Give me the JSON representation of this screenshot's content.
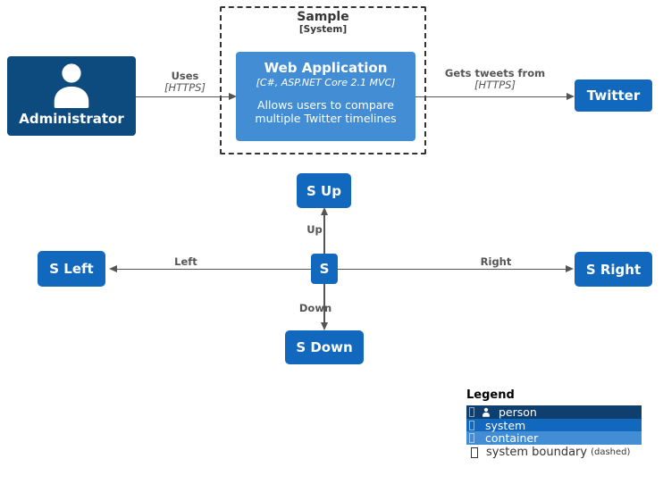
{
  "diagram": {
    "person": {
      "label": "Administrator"
    },
    "boundary": {
      "title": "Sample",
      "subtitle": "[System]"
    },
    "container": {
      "title": "Web Application",
      "technology": "[C#, ASP.NET Core 2.1 MVC]",
      "description": "Allows users to compare multiple Twitter timelines"
    },
    "system": {
      "label": "Twitter"
    },
    "relationships": {
      "uses": {
        "label": "Uses",
        "technology": "[HTTPS]"
      },
      "gets_tweets": {
        "label": "Gets tweets from",
        "technology": "[HTTPS]"
      }
    }
  },
  "star": {
    "center": {
      "label": "S"
    },
    "up": {
      "box": "S Up",
      "arrow_label": "Up"
    },
    "down": {
      "box": "S Down",
      "arrow_label": "Down"
    },
    "left": {
      "box": "S Left",
      "arrow_label": "Left"
    },
    "right": {
      "box": "S Right",
      "arrow_label": "Right"
    }
  },
  "legend": {
    "title": "Legend",
    "rows": [
      {
        "label": "person",
        "color": "#0e3f6f"
      },
      {
        "label": "system",
        "color": "#1168bd"
      },
      {
        "label": "container",
        "color": "#438dd5"
      }
    ],
    "boundary_row": {
      "label": "system boundary",
      "note": "(dashed)"
    }
  },
  "colors": {
    "person": "#0d4a7d",
    "system": "#1168bd",
    "container": "#438dd5",
    "legend_person_row": "#0e3f6f",
    "arrow": "#555555",
    "boundary": "#333333",
    "background": "#ffffff"
  }
}
